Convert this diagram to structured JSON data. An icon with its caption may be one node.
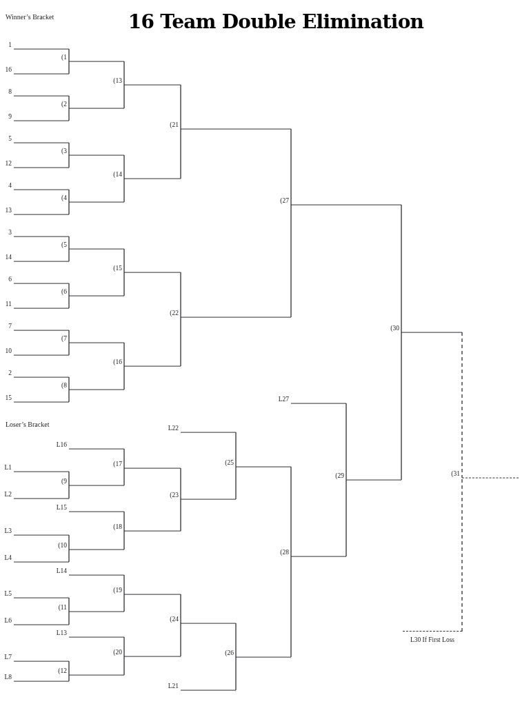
{
  "diagram": {
    "title": "16 Team Double Elimination",
    "nodes": [
      {
        "text": [
          "1"
        ]
      },
      {
        "text": [
          "16"
        ]
      },
      {
        "text": [
          "8"
        ]
      },
      {
        "text": [
          "9"
        ]
      },
      {
        "text": [
          "5"
        ]
      },
      {
        "text": [
          "12"
        ]
      },
      {
        "text": [
          "4"
        ]
      },
      {
        "text": [
          "13"
        ]
      },
      {
        "text": [
          "3"
        ]
      },
      {
        "text": [
          "14"
        ]
      },
      {
        "text": [
          "6"
        ]
      },
      {
        "text": [
          "11"
        ]
      },
      {
        "text": [
          "7"
        ]
      },
      {
        "text": [
          "10"
        ]
      },
      {
        "text": [
          "2"
        ]
      },
      {
        "text": [
          "15"
        ]
      },
      {
        "text": [
          "(1"
        ]
      },
      {
        "text": [
          "(2"
        ]
      },
      {
        "text": [
          "(3"
        ]
      },
      {
        "text": [
          "(4"
        ]
      },
      {
        "text": [
          "(5"
        ]
      },
      {
        "text": [
          "(6"
        ]
      },
      {
        "text": [
          "(7"
        ]
      },
      {
        "text": [
          "(8"
        ]
      },
      {
        "text": [
          "(13"
        ]
      },
      {
        "text": [
          "(14"
        ]
      },
      {
        "text": [
          "(15"
        ]
      },
      {
        "text": [
          "(16"
        ]
      },
      {
        "text": [
          "(21"
        ]
      },
      {
        "text": [
          "(22"
        ]
      },
      {
        "text": [
          "(27"
        ]
      },
      {
        "text": [
          "(30"
        ]
      },
      {
        "text": [
          "(31"
        ]
      },
      {
        "text": [
          "L30 If First Loss"
        ]
      },
      {
        "text": [
          "L1"
        ]
      },
      {
        "text": [
          "L2"
        ]
      },
      {
        "text": [
          "L3"
        ]
      },
      {
        "text": [
          "L4"
        ]
      },
      {
        "text": [
          "L5"
        ]
      },
      {
        "text": [
          "L6"
        ]
      },
      {
        "text": [
          "L7"
        ]
      },
      {
        "text": [
          "L8"
        ]
      },
      {
        "text": [
          "(9"
        ]
      },
      {
        "text": [
          "(10"
        ]
      },
      {
        "text": [
          "(11"
        ]
      },
      {
        "text": [
          "(12"
        ]
      },
      {
        "text": [
          "L16"
        ]
      },
      {
        "text": [
          "L15"
        ]
      },
      {
        "text": [
          "L14"
        ]
      },
      {
        "text": [
          "L13"
        ]
      },
      {
        "text": [
          "(17"
        ]
      },
      {
        "text": [
          "(18"
        ]
      },
      {
        "text": [
          "(19"
        ]
      },
      {
        "text": [
          "(20"
        ]
      },
      {
        "text": [
          "(23"
        ]
      },
      {
        "text": [
          "(24"
        ]
      },
      {
        "text": [
          "L22"
        ]
      },
      {
        "text": [
          "L21"
        ]
      },
      {
        "text": [
          "(25"
        ]
      },
      {
        "text": [
          "(26"
        ]
      },
      {
        "text": [
          "(28"
        ]
      },
      {
        "text": [
          "L27"
        ]
      },
      {
        "text": [
          "(29"
        ]
      }
    ],
    "edges": [
      {
        "from": 0,
        "to": 16,
        "arrow": "none"
      },
      {
        "from": 1,
        "to": 16,
        "arrow": "none"
      },
      {
        "from": 2,
        "to": 17,
        "arrow": "none"
      },
      {
        "from": 3,
        "to": 17,
        "arrow": "none"
      },
      {
        "from": 4,
        "to": 18,
        "arrow": "none"
      },
      {
        "from": 5,
        "to": 18,
        "arrow": "none"
      },
      {
        "from": 6,
        "to": 19,
        "arrow": "none"
      },
      {
        "from": 7,
        "to": 19,
        "arrow": "none"
      },
      {
        "from": 8,
        "to": 20,
        "arrow": "none"
      },
      {
        "from": 9,
        "to": 20,
        "arrow": "none"
      },
      {
        "from": 10,
        "to": 21,
        "arrow": "none"
      },
      {
        "from": 11,
        "to": 21,
        "arrow": "none"
      },
      {
        "from": 12,
        "to": 22,
        "arrow": "none"
      },
      {
        "from": 13,
        "to": 22,
        "arrow": "none"
      },
      {
        "from": 14,
        "to": 23,
        "arrow": "none"
      },
      {
        "from": 15,
        "to": 23,
        "arrow": "none"
      },
      {
        "from": 16,
        "to": 24,
        "arrow": "none"
      },
      {
        "from": 17,
        "to": 24,
        "arrow": "none"
      },
      {
        "from": 18,
        "to": 25,
        "arrow": "none"
      },
      {
        "from": 19,
        "to": 25,
        "arrow": "none"
      },
      {
        "from": 20,
        "to": 26,
        "arrow": "none"
      },
      {
        "from": 21,
        "to": 26,
        "arrow": "none"
      },
      {
        "from": 22,
        "to": 27,
        "arrow": "none"
      },
      {
        "from": 23,
        "to": 27,
        "arrow": "none"
      },
      {
        "from": 24,
        "to": 28,
        "arrow": "none"
      },
      {
        "from": 25,
        "to": 28,
        "arrow": "none"
      },
      {
        "from": 26,
        "to": 29,
        "arrow": "none"
      },
      {
        "from": 27,
        "to": 29,
        "arrow": "none"
      },
      {
        "from": 28,
        "to": 30,
        "arrow": "none"
      },
      {
        "from": 29,
        "to": 30,
        "arrow": "none"
      },
      {
        "from": 30,
        "to": 31,
        "arrow": "none"
      },
      {
        "from": 31,
        "to": 32,
        "arrow": "none",
        "style": "dashed"
      },
      {
        "from": 33,
        "to": 32,
        "arrow": "none",
        "style": "dashed"
      },
      {
        "from": 34,
        "to": 42,
        "arrow": "none"
      },
      {
        "from": 35,
        "to": 42,
        "arrow": "none"
      },
      {
        "from": 36,
        "to": 43,
        "arrow": "none"
      },
      {
        "from": 37,
        "to": 43,
        "arrow": "none"
      },
      {
        "from": 38,
        "to": 44,
        "arrow": "none"
      },
      {
        "from": 39,
        "to": 44,
        "arrow": "none"
      },
      {
        "from": 40,
        "to": 45,
        "arrow": "none"
      },
      {
        "from": 41,
        "to": 45,
        "arrow": "none"
      },
      {
        "from": 46,
        "to": 50,
        "arrow": "none"
      },
      {
        "from": 42,
        "to": 50,
        "arrow": "none"
      },
      {
        "from": 47,
        "to": 51,
        "arrow": "none"
      },
      {
        "from": 43,
        "to": 51,
        "arrow": "none"
      },
      {
        "from": 48,
        "to": 52,
        "arrow": "none"
      },
      {
        "from": 44,
        "to": 52,
        "arrow": "none"
      },
      {
        "from": 49,
        "to": 53,
        "arrow": "none"
      },
      {
        "from": 45,
        "to": 53,
        "arrow": "none"
      },
      {
        "from": 50,
        "to": 54,
        "arrow": "none"
      },
      {
        "from": 51,
        "to": 54,
        "arrow": "none"
      },
      {
        "from": 52,
        "to": 55,
        "arrow": "none"
      },
      {
        "from": 53,
        "to": 55,
        "arrow": "none"
      },
      {
        "from": 56,
        "to": 58,
        "arrow": "none"
      },
      {
        "from": 54,
        "to": 58,
        "arrow": "none"
      },
      {
        "from": 55,
        "to": 59,
        "arrow": "none"
      },
      {
        "from": 57,
        "to": 59,
        "arrow": "none"
      },
      {
        "from": 58,
        "to": 60,
        "arrow": "none"
      },
      {
        "from": 59,
        "to": 60,
        "arrow": "none"
      },
      {
        "from": 61,
        "to": 62,
        "arrow": "none"
      },
      {
        "from": 60,
        "to": 62,
        "arrow": "none"
      },
      {
        "from": 62,
        "to": 31,
        "arrow": "none"
      }
    ],
    "labels": [
      "Winner’s Bracket",
      "Loser’s Bracket"
    ]
  }
}
